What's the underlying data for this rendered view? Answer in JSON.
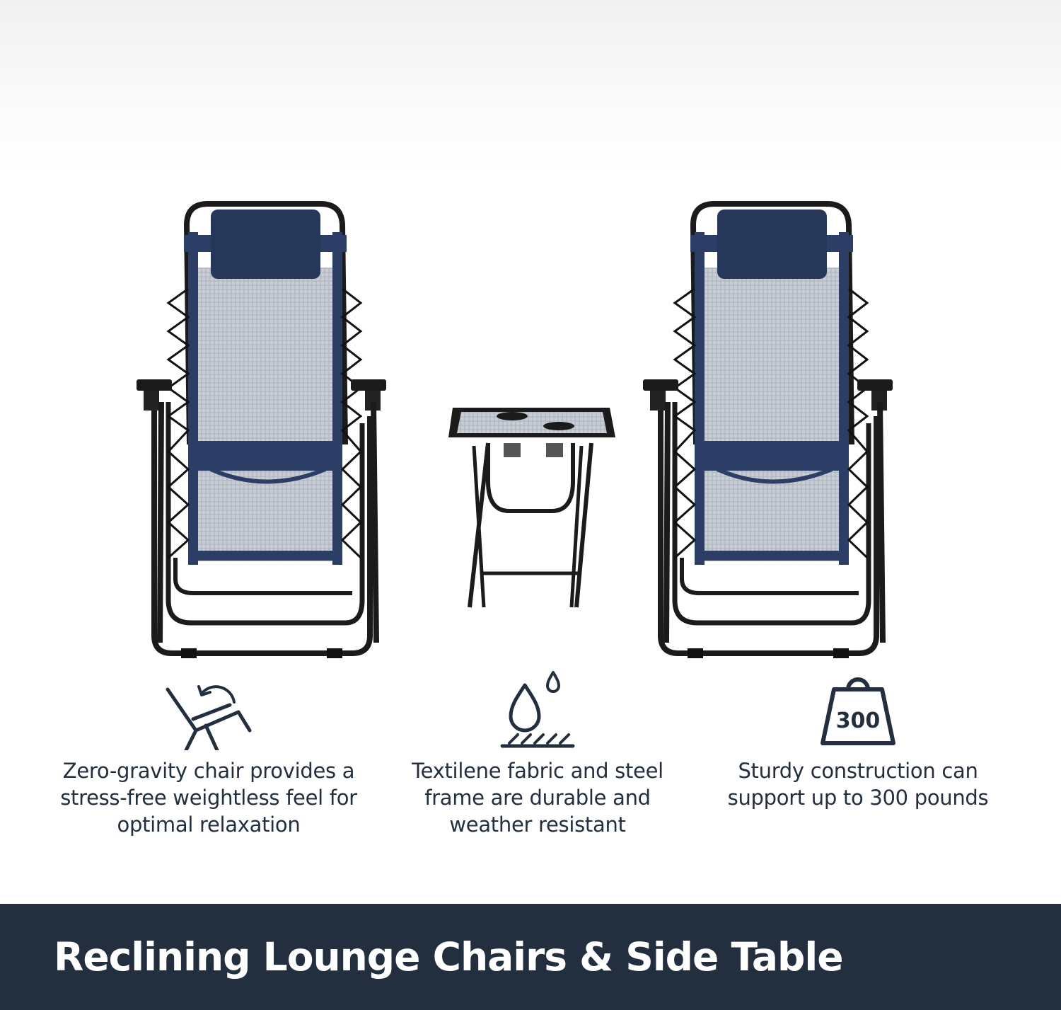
{
  "colors": {
    "navy": "#232f3e",
    "fabric": "#2c3e66",
    "frame": "#1b1b1b",
    "mesh": "#c7ccd4",
    "background": "#ffffff"
  },
  "product_image": {
    "items": [
      "left-chair",
      "side-table",
      "right-chair"
    ]
  },
  "features": [
    {
      "icon": "recline-chair-icon",
      "caption_lines": [
        "Zero-gravity chair provides a",
        "stress-free weightless feel for",
        "optimal relaxation"
      ]
    },
    {
      "icon": "water-drop-icon",
      "caption_lines": [
        "Textilene fabric and steel",
        "frame are durable and",
        "weather resistant"
      ]
    },
    {
      "icon": "weight-icon",
      "weight_label": "300",
      "caption_lines": [
        "Sturdy construction can",
        "support up to 300 pounds"
      ]
    }
  ],
  "banner": {
    "title": "Reclining Lounge Chairs & Side Table"
  }
}
